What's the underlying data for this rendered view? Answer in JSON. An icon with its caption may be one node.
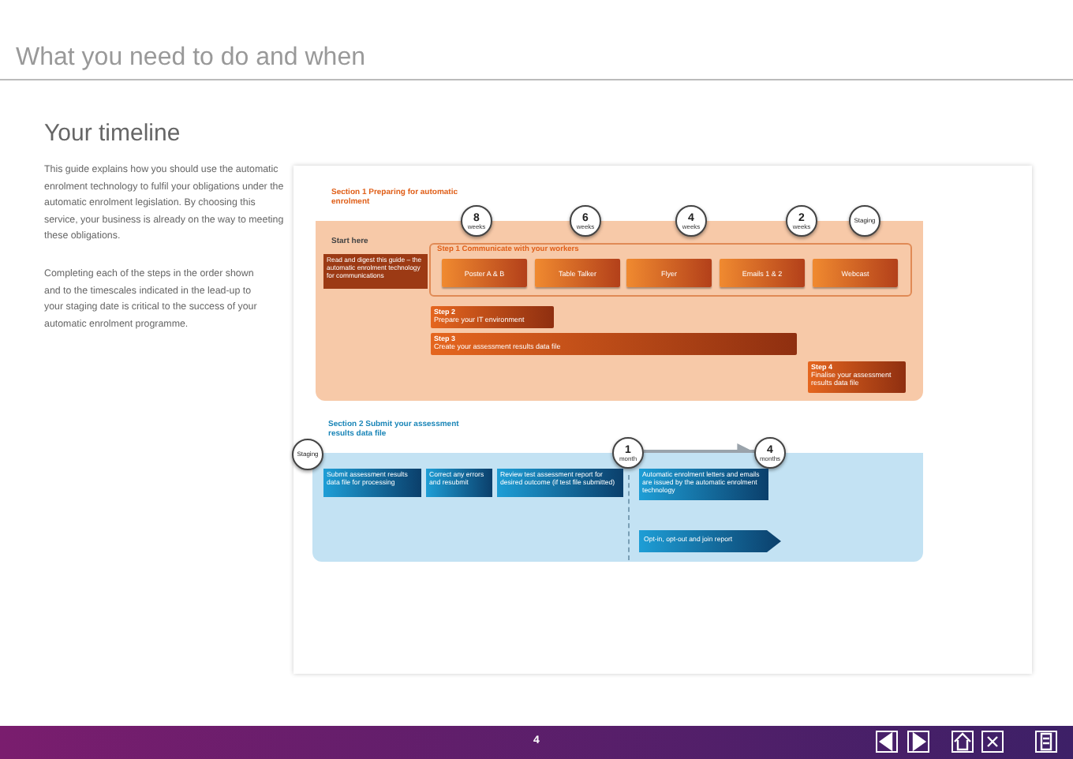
{
  "diagram": {
    "title": "What you need to do and when",
    "nodes": [
      {
        "text": [
          "Section 1 Preparing for automatic enrolment",
          "Start here"
        ]
      },
      {
        "text": [
          "Read and digest this guide – the automatic enrolment technology for communications"
        ],
        "in": 0
      },
      {
        "text": [
          "Step 1 Communicate with your workers"
        ],
        "in": 0
      },
      {
        "text": [
          "Poster A & B"
        ],
        "in": 2
      },
      {
        "text": [
          "Table Talker"
        ],
        "in": 2
      },
      {
        "text": [
          "Flyer"
        ],
        "in": 2
      },
      {
        "text": [
          "Emails 1 & 2"
        ],
        "in": 2
      },
      {
        "text": [
          "Webcast"
        ],
        "in": 2
      },
      {
        "text": [
          "Step 2",
          "Prepare your IT environment"
        ],
        "in": 0
      },
      {
        "text": [
          "Step 3",
          "Create your assessment results data file"
        ],
        "in": 0
      },
      {
        "text": [
          "Step 4",
          "Finalise your assessment results data file"
        ],
        "in": 0
      },
      {
        "text": [
          "8",
          "weeks"
        ],
        "in": 0
      },
      {
        "text": [
          "6",
          "weeks"
        ],
        "in": 0
      },
      {
        "text": [
          "4",
          "weeks"
        ],
        "in": 0
      },
      {
        "text": [
          "2",
          "weeks"
        ],
        "in": 0
      },
      {
        "text": [
          "Staging"
        ],
        "in": 0
      },
      {
        "text": [
          "Section 2 Submit your assessment results data file"
        ]
      },
      {
        "text": [
          "Staging"
        ]
      },
      {
        "text": [
          "1",
          "month"
        ],
        "in": 16
      },
      {
        "text": [
          "4",
          "months"
        ],
        "in": 16
      },
      {
        "text": [
          "Submit assessment results data file for processing"
        ],
        "in": 16
      },
      {
        "text": [
          "Correct any errors and resubmit"
        ],
        "in": 16
      },
      {
        "text": [
          "Review test assessment report for desired outcome (if test file submitted)"
        ],
        "in": 16
      },
      {
        "text": [
          "Automatic enrolment letters and emails are issued by the automatic enrolment technology"
        ],
        "in": 16
      },
      {
        "text": [
          "Opt-in, opt-out and join report"
        ],
        "in": 16
      }
    ],
    "edges": [
      {
        "from": 18,
        "to": 19,
        "arrow": "to",
        "color": "#9aa3ab"
      }
    ],
    "labels": [
      "Your timeline",
      "This guide explains how you should use the automatic enrolment technology to fulfil your obligations under the automatic enrolment legislation. By choosing this service, your business is already on the way to meeting these obligations.",
      "Completing each of the steps in the order shown and to the timescales indicated in the lead-up to your staging date is critical to the success of your automatic enrolment programme.",
      "4"
    ]
  }
}
